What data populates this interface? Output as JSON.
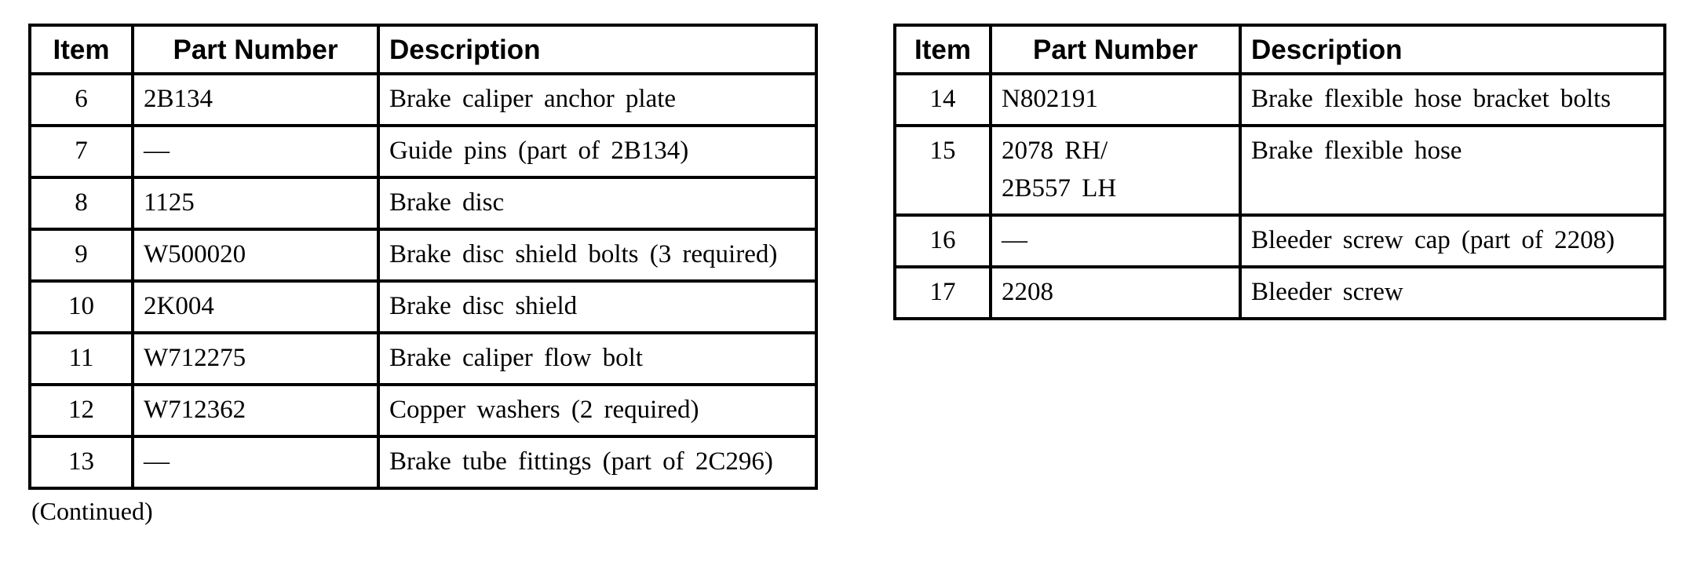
{
  "document": {
    "continued_note": "(Continued)"
  },
  "colors": {
    "background": "#ffffff",
    "text": "#000000",
    "table_border": "#000000"
  },
  "tables": [
    {
      "name": "parts-list-items-6-13",
      "headers": [
        "Item",
        "Part Number",
        "Description"
      ],
      "rows": [
        {
          "item": "6",
          "part": "2B134",
          "desc": "Brake caliper anchor plate"
        },
        {
          "item": "7",
          "part": "—",
          "desc": "Guide pins (part of 2B134)"
        },
        {
          "item": "8",
          "part": "1125",
          "desc": "Brake disc"
        },
        {
          "item": "9",
          "part": "W500020",
          "desc": "Brake disc shield bolts (3 required)"
        },
        {
          "item": "10",
          "part": "2K004",
          "desc": "Brake disc shield"
        },
        {
          "item": "11",
          "part": "W712275",
          "desc": "Brake caliper flow bolt"
        },
        {
          "item": "12",
          "part": "W712362",
          "desc": "Copper washers (2 required)"
        },
        {
          "item": "13",
          "part": "—",
          "desc": "Brake tube fittings (part of 2C296)"
        }
      ]
    },
    {
      "name": "parts-list-items-14-17",
      "headers": [
        "Item",
        "Part Number",
        "Description"
      ],
      "rows": [
        {
          "item": "14",
          "part": "N802191",
          "desc": "Brake flexible hose bracket bolts"
        },
        {
          "item": "15",
          "part": "2078 RH/\n2B557 LH",
          "desc": "Brake flexible hose"
        },
        {
          "item": "16",
          "part": "—",
          "desc": "Bleeder screw cap (part of 2208)"
        },
        {
          "item": "17",
          "part": "2208",
          "desc": "Bleeder screw"
        }
      ]
    }
  ]
}
